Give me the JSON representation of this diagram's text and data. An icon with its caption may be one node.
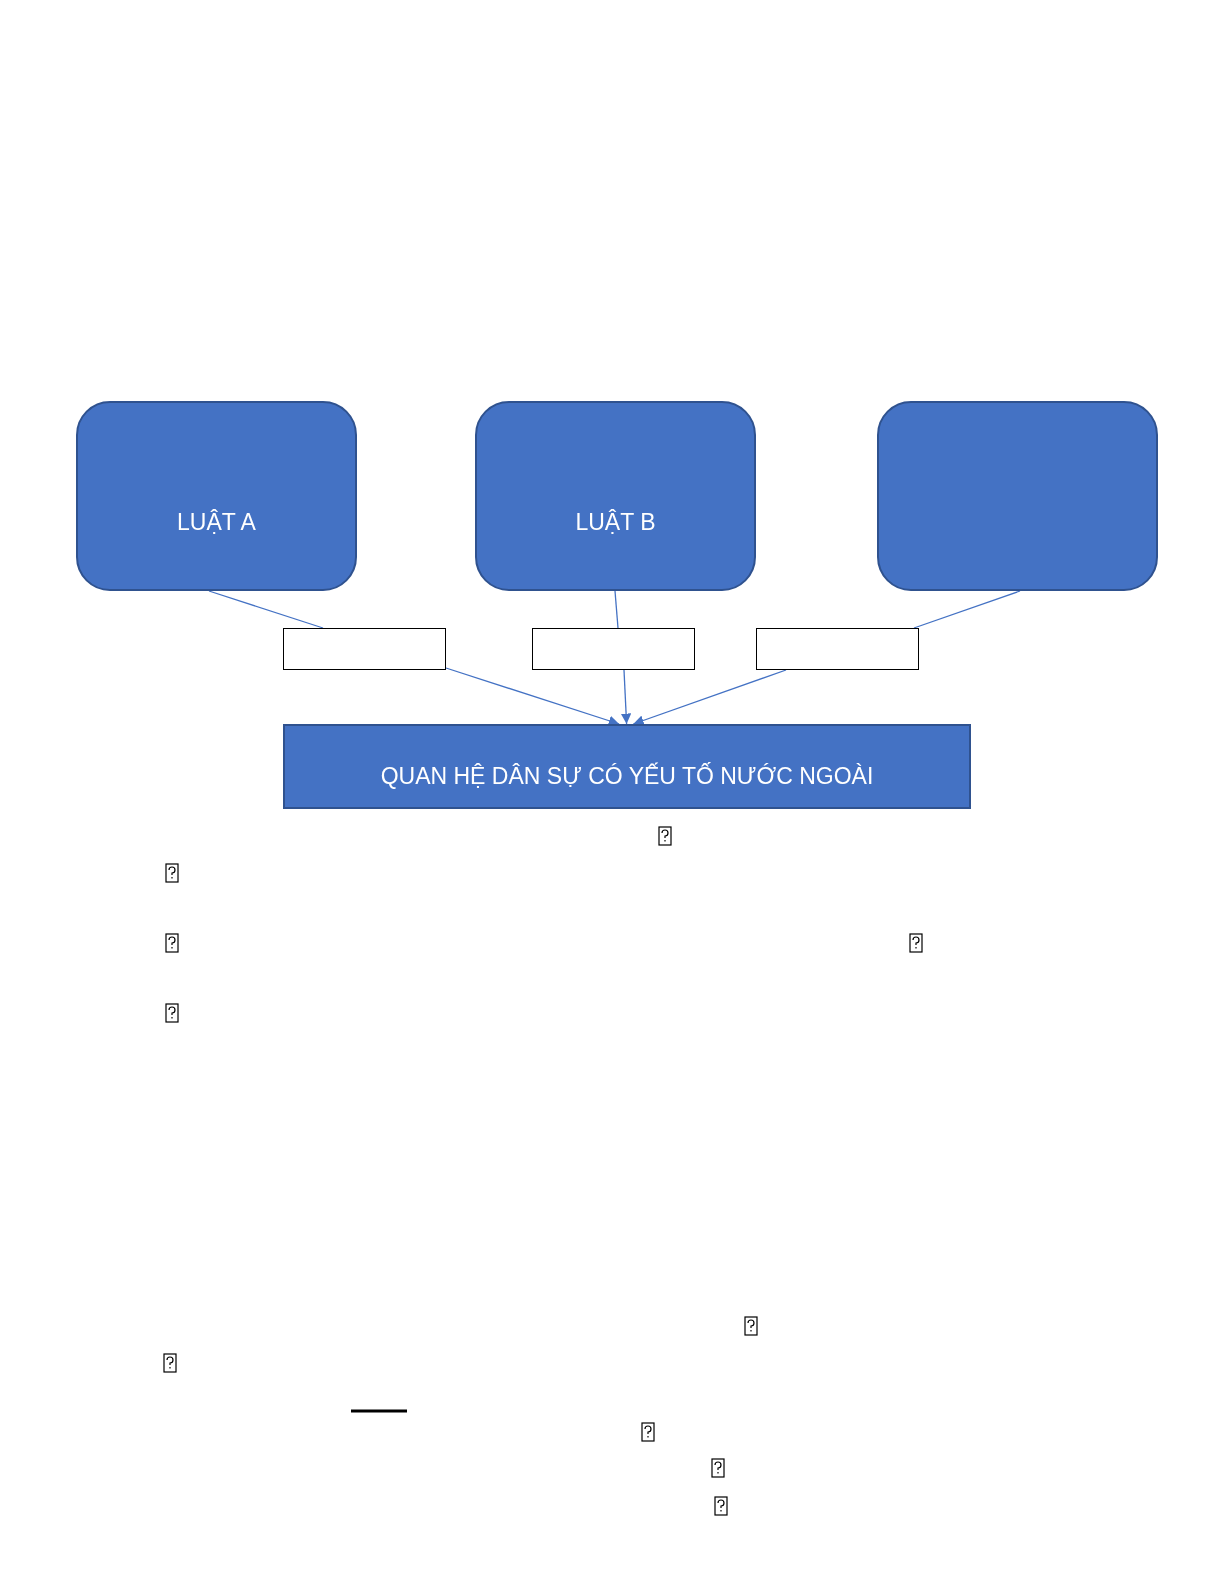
{
  "diagram": {
    "nodes": [
      {
        "text": [
          "LUẬT A"
        ]
      },
      {
        "text": [
          "LUẬT B"
        ]
      },
      {
        "text": [],
        "shape": "box"
      },
      {
        "text": [],
        "shape": "box"
      },
      {
        "text": [],
        "shape": "box"
      },
      {
        "text": [],
        "shape": "box"
      },
      {
        "text": [
          "QUAN HỆ DÂN SỰ CÓ YẾU TỐ NƯỚC NGOÀI"
        ]
      }
    ],
    "edges": [
      {
        "from": 0,
        "to": 3,
        "arrow": "none"
      },
      {
        "from": 3,
        "to": 6,
        "arrow": "to"
      },
      {
        "from": 1,
        "to": 4,
        "arrow": "none"
      },
      {
        "from": 4,
        "to": 6,
        "arrow": "to"
      },
      {
        "from": 2,
        "to": 5,
        "arrow": "none"
      },
      {
        "from": 5,
        "to": 6,
        "arrow": "to"
      }
    ]
  }
}
